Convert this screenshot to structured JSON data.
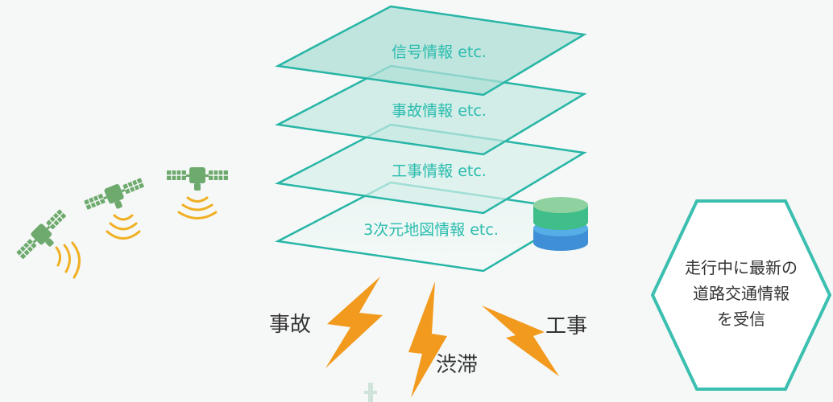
{
  "layers": [
    {
      "label": "信号情報 etc."
    },
    {
      "label": "事故情報 etc."
    },
    {
      "label": "工事情報 etc."
    },
    {
      "label": "3次元地図情報 etc."
    }
  ],
  "events": {
    "accident": "事故",
    "congestion": "渋滞",
    "construction": "工事"
  },
  "receive_box": {
    "line1": "走行中に最新の",
    "line2": "道路交通情報",
    "line3": "を受信"
  },
  "colors": {
    "layer_stroke": "#27b5a6",
    "layer_text": "#2bbcae",
    "lightning": "#f29a1e",
    "signal_wave": "#f0b024",
    "satellite": "#6eaa6e",
    "hex_stroke": "#3bbfb0",
    "db_top": "#3fbe8a",
    "db_bottom": "#3f8fd6"
  },
  "icons": [
    "satellite-icon",
    "database-icon",
    "lightning-icon",
    "tower-icon"
  ]
}
